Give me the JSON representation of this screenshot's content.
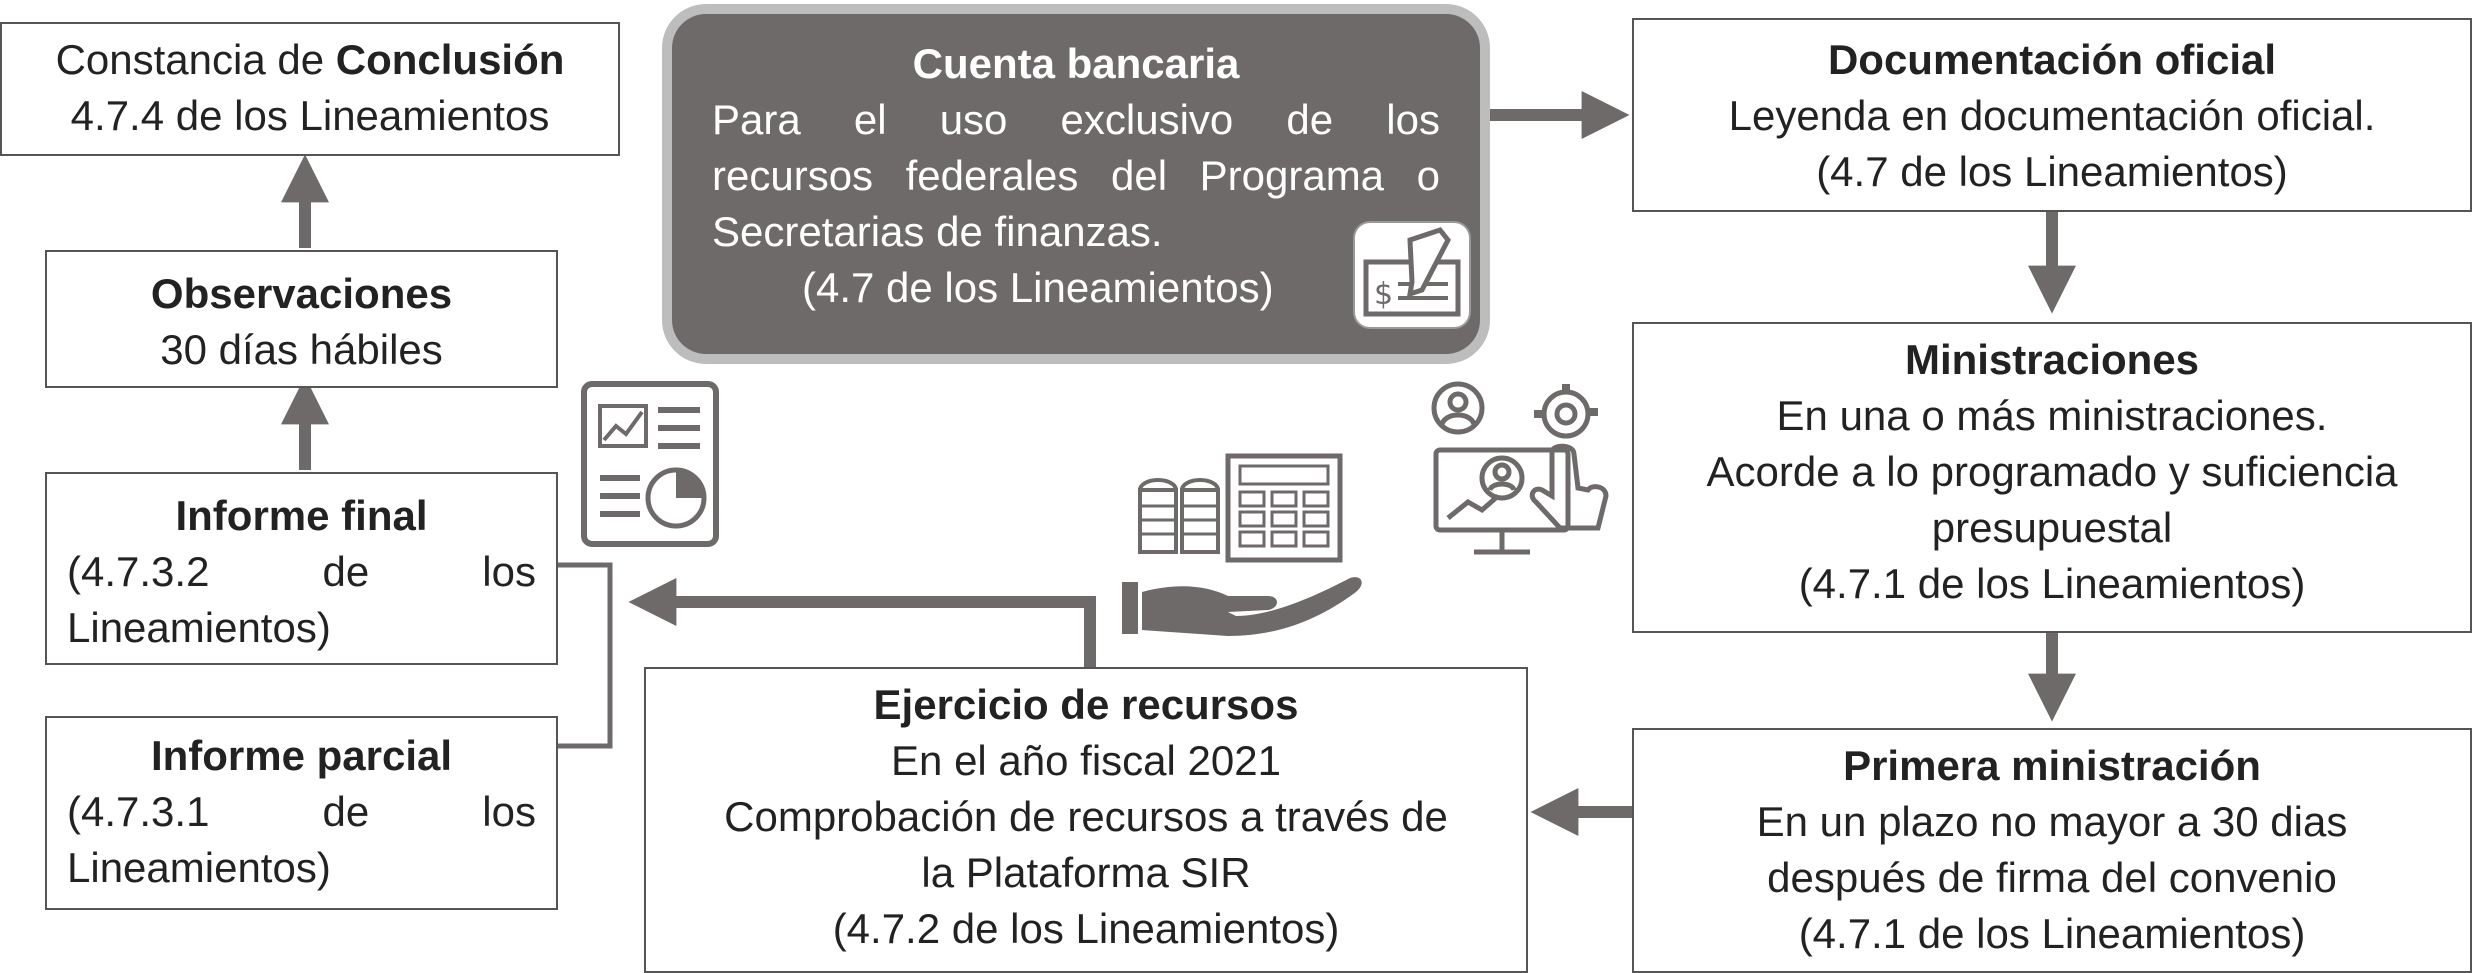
{
  "constancia": {
    "line1_pre": "Constancia de ",
    "line1_bold": "Conclusión",
    "line2": "4.7.4 de los Lineamientos"
  },
  "observaciones": {
    "title": "Observaciones",
    "line1": "30 días hábiles"
  },
  "informe_final": {
    "title": "Informe final",
    "line1_a": "(4.7.3.2",
    "line1_b": "de",
    "line1_c": "los",
    "line2": "Lineamientos)"
  },
  "informe_parcial": {
    "title": "Informe parcial",
    "line1_a": "(4.7.3.1",
    "line1_b": "de",
    "line1_c": "los",
    "line2": "Lineamientos)"
  },
  "cuenta_bancaria": {
    "title": "Cuenta bancaria",
    "line1": "Para el uso exclusivo de los",
    "line2": "recursos federales del Programa o",
    "line3": "Secretarias de finanzas.",
    "line4": "(4.7 de los Lineamientos)"
  },
  "documentacion": {
    "title": "Documentación oficial",
    "line1": "Leyenda en documentación oficial.",
    "line2": "(4.7 de los Lineamientos)"
  },
  "ministraciones": {
    "title": "Ministraciones",
    "line1": "En una o más ministraciones.",
    "line2": "Acorde a lo programado y suficiencia",
    "line3": "presupuestal",
    "line4": "(4.7.1 de los Lineamientos)"
  },
  "primera": {
    "title": "Primera ministración",
    "line1": "En un plazo no mayor a 30 dias",
    "line2": "después de firma del convenio",
    "line3": "(4.7.1 de los Lineamientos)"
  },
  "ejercicio": {
    "title": "Ejercicio de recursos",
    "line1": "En el año fiscal 2021",
    "line2": "Comprobación de recursos a través de",
    "line3": "la Plataforma SIR",
    "line4": "(4.7.2 de los Lineamientos)"
  },
  "colors": {
    "arrow": "#6e6a6a",
    "dark_box": "#6e6a6a",
    "border": "#555555"
  },
  "icons": [
    "cheque-icon",
    "report-icon",
    "money-hand-icon",
    "analytics-user-icon"
  ]
}
